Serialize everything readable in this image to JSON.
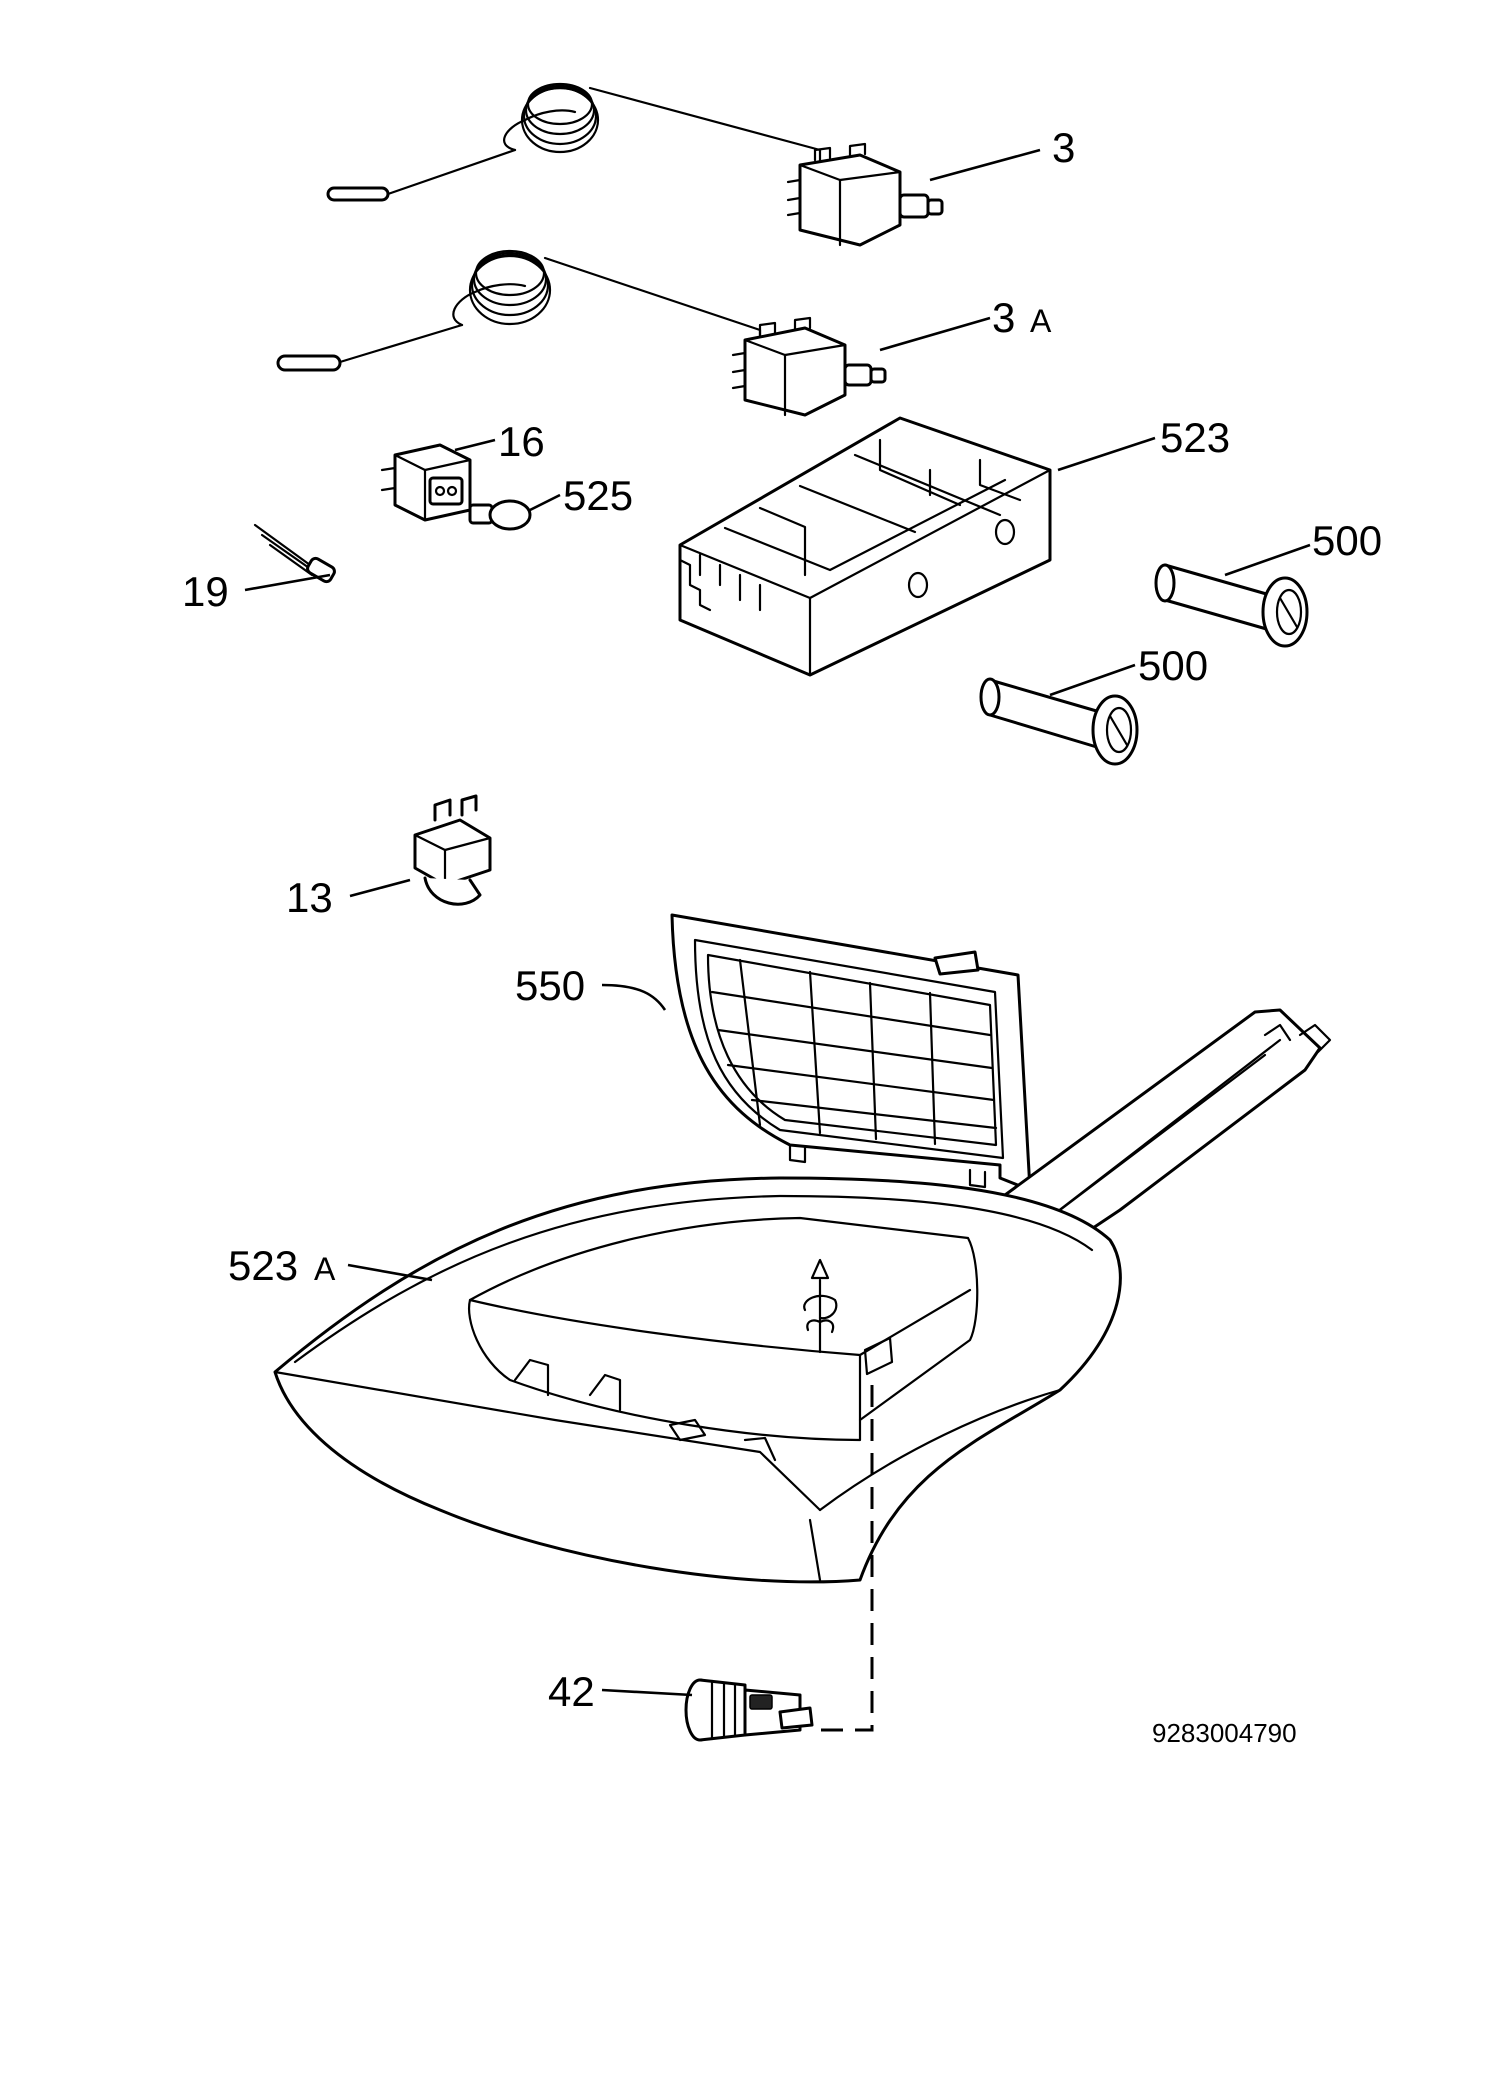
{
  "callouts": {
    "c3": "3",
    "c3a_num": "3",
    "c3a_suffix": "A",
    "c16": "16",
    "c525": "525",
    "c19": "19",
    "c523": "523",
    "c500a": "500",
    "c500b": "500",
    "c13": "13",
    "c550": "550",
    "c523a_num": "523",
    "c523a_suffix": "A",
    "c42": "42"
  },
  "document_number": "9283004790"
}
